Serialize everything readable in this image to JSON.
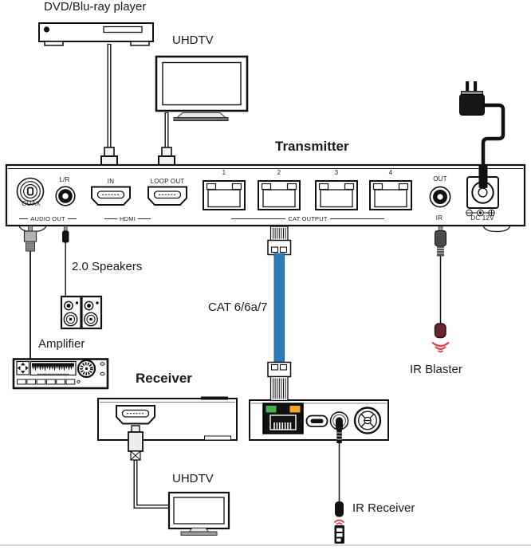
{
  "labels": {
    "dvd_player": "DVD/Blu-ray player",
    "uhdtv_top": "UHDTV",
    "transmitter": "Transmitter",
    "speakers": "2.0 Speakers",
    "cat_cable": "CAT 6/6a/7",
    "amplifier": "Amplifier",
    "receiver": "Receiver",
    "ir_blaster": "IR Blaster",
    "uhdtv_bottom": "UHDTV",
    "ir_receiver": "IR Receiver"
  },
  "transmitter_panel": {
    "coax": "COAX",
    "lr": "L/R",
    "hdmi_in": "IN",
    "hdmi_loop_out": "LOOP OUT",
    "group_audio_out": "AUDIO OUT",
    "group_hdmi": "HDMI",
    "group_cat_output": "CAT OUTPUT",
    "cat_ports": [
      "1",
      "2",
      "3",
      "4"
    ],
    "ir_out": "OUT",
    "ir": "IR",
    "dc_power": "DC 12V"
  },
  "colors": {
    "cat_cable_blue": "#2E7BB9",
    "cat_cable_edge": "#1F5E91",
    "led_green": "#4CAF50",
    "led_orange": "#F5A623",
    "ir_red": "#D9414E",
    "line": "#1a1a1a"
  }
}
